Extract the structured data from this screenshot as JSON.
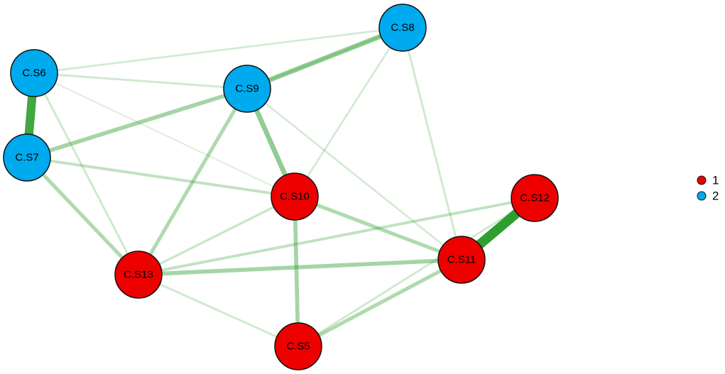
{
  "colors": {
    "group_1": "#ee0000",
    "group_2": "#00aaee",
    "edge": "#2e9e2e",
    "node_stroke": "#111111"
  },
  "nodes": [
    {
      "id": "C.S5",
      "label": "C.S5",
      "group": "1"
    },
    {
      "id": "C.S6",
      "label": "C.S6",
      "group": "2"
    },
    {
      "id": "C.S7",
      "label": "C.S7",
      "group": "2"
    },
    {
      "id": "C.S8",
      "label": "C.S8",
      "group": "2"
    },
    {
      "id": "C.S9",
      "label": "C.S9",
      "group": "2"
    },
    {
      "id": "C.S10",
      "label": "C.S10",
      "group": "1"
    },
    {
      "id": "C.S11",
      "label": "C.S11",
      "group": "1"
    },
    {
      "id": "C.S12",
      "label": "C.S12",
      "group": "1"
    },
    {
      "id": "C.S13",
      "label": "C.S13",
      "group": "1"
    }
  ],
  "edges": [
    {
      "source": "C.S6",
      "target": "C.S7",
      "weight": 0.9
    },
    {
      "source": "C.S11",
      "target": "C.S12",
      "weight": 1.0
    },
    {
      "source": "C.S9",
      "target": "C.S8",
      "weight": 0.45
    },
    {
      "source": "C.S9",
      "target": "C.S10",
      "weight": 0.45
    },
    {
      "source": "C.S7",
      "target": "C.S9",
      "weight": 0.35
    },
    {
      "source": "C.S13",
      "target": "C.S11",
      "weight": 0.35
    },
    {
      "source": "C.S10",
      "target": "C.S5",
      "weight": 0.35
    },
    {
      "source": "C.S10",
      "target": "C.S11",
      "weight": 0.3
    },
    {
      "source": "C.S9",
      "target": "C.S13",
      "weight": 0.3
    },
    {
      "source": "C.S7",
      "target": "C.S13",
      "weight": 0.3
    },
    {
      "source": "C.S5",
      "target": "C.S11",
      "weight": 0.3
    },
    {
      "source": "C.S7",
      "target": "C.S10",
      "weight": 0.2
    },
    {
      "source": "C.S13",
      "target": "C.S12",
      "weight": 0.2
    },
    {
      "source": "C.S13",
      "target": "C.S10",
      "weight": 0.15
    },
    {
      "source": "C.S6",
      "target": "C.S9",
      "weight": 0.12
    },
    {
      "source": "C.S6",
      "target": "C.S8",
      "weight": 0.1
    },
    {
      "source": "C.S6",
      "target": "C.S13",
      "weight": 0.12
    },
    {
      "source": "C.S8",
      "target": "C.S11",
      "weight": 0.12
    },
    {
      "source": "C.S8",
      "target": "C.S10",
      "weight": 0.1
    },
    {
      "source": "C.S8",
      "target": "C.S9",
      "weight": 0.1
    },
    {
      "source": "C.S9",
      "target": "C.S11",
      "weight": 0.1
    },
    {
      "source": "C.S13",
      "target": "C.S5",
      "weight": 0.12
    },
    {
      "source": "C.S5",
      "target": "C.S12",
      "weight": 0.12
    },
    {
      "source": "C.S6",
      "target": "C.S10",
      "weight": 0.05
    }
  ],
  "legend": [
    {
      "label": "1",
      "group": "1"
    },
    {
      "label": "2",
      "group": "2"
    }
  ]
}
